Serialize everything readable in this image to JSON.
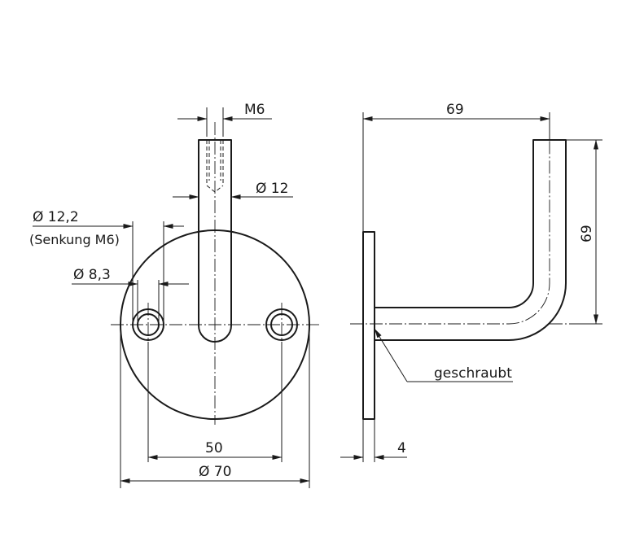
{
  "dimensions": {
    "thread": "M6",
    "pin_diameter": "Ø 12",
    "countersink_diameter": "Ø 12,2",
    "countersink_note": "(Senkung M6)",
    "hole_diameter": "Ø 8,3",
    "hole_spacing": "50",
    "plate_diameter": "Ø 70",
    "reach": "69",
    "height": "69",
    "plate_thickness": "4"
  },
  "notes": {
    "weld_label": "geschraubt"
  },
  "colors": {
    "line": "#1a1a1a",
    "background": "#ffffff"
  }
}
